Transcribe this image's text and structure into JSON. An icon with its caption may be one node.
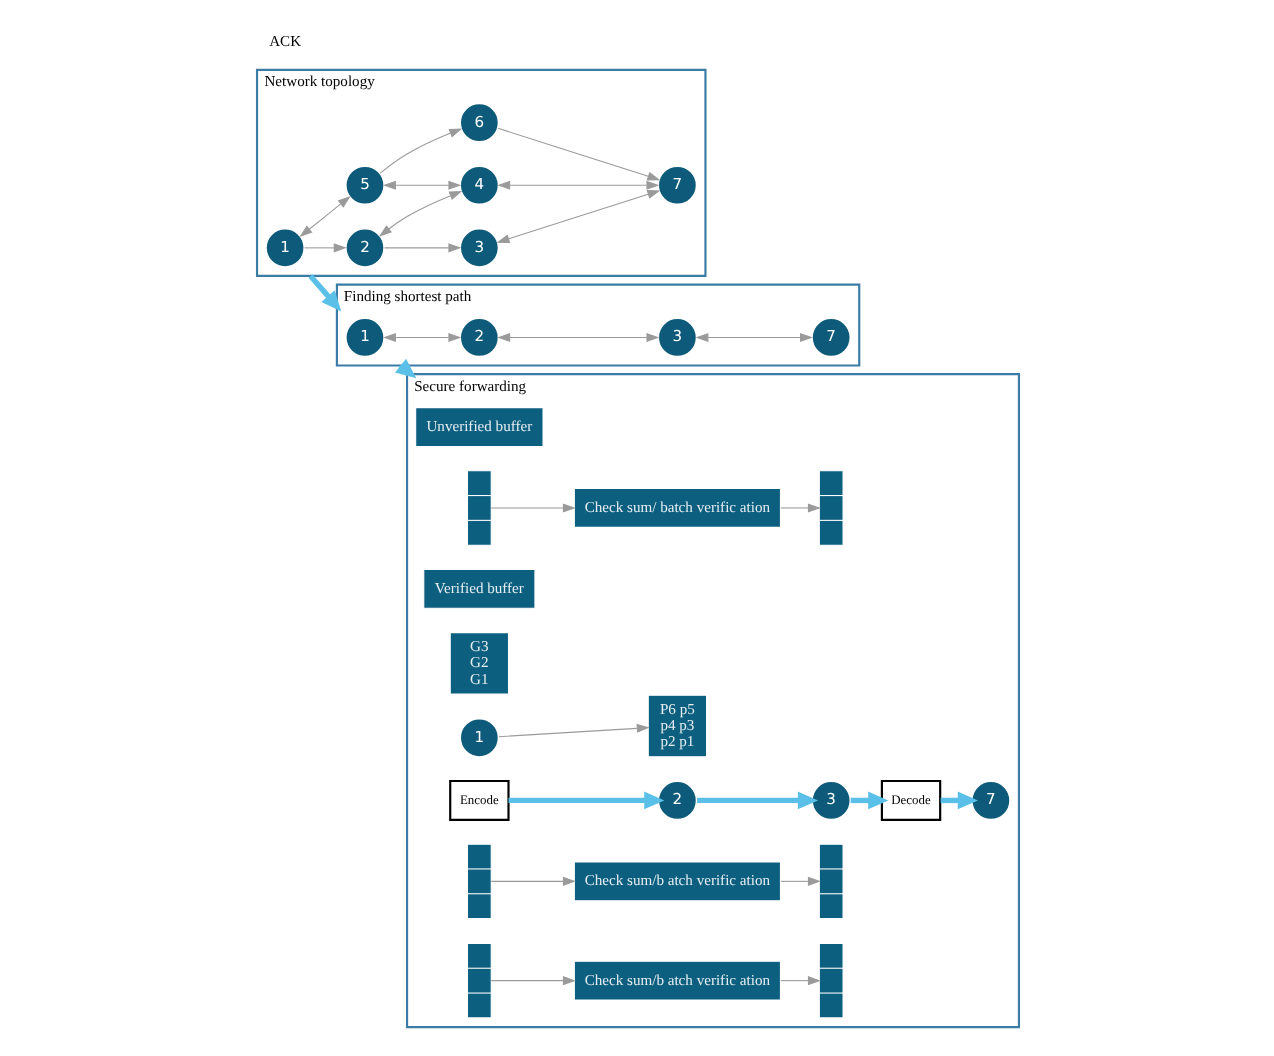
{
  "diagram": {
    "nodes": [
      {
        "text": [
          "Network topology"
        ]
      },
      {
        "text": [
          "1"
        ],
        "in": 0
      },
      {
        "text": [
          "2"
        ],
        "in": 0
      },
      {
        "text": [
          "3"
        ],
        "in": 0
      },
      {
        "text": [
          "4"
        ],
        "in": 0
      },
      {
        "text": [
          "5"
        ],
        "in": 0
      },
      {
        "text": [
          "6"
        ],
        "in": 0
      },
      {
        "text": [
          "7"
        ],
        "in": 0
      },
      {
        "text": [
          "Finding shortest path"
        ]
      },
      {
        "text": [
          "1"
        ],
        "in": 8
      },
      {
        "text": [
          "2"
        ],
        "in": 8
      },
      {
        "text": [
          "3"
        ],
        "in": 8
      },
      {
        "text": [
          "7"
        ],
        "in": 8
      },
      {
        "text": [
          "Secure forwarding"
        ]
      },
      {
        "text": [
          "Unverified buffer"
        ],
        "in": 13
      },
      {
        "text": [],
        "shape": "bar",
        "in": 13
      },
      {
        "text": [
          "Check sum/ batch verific ation"
        ],
        "in": 13
      },
      {
        "text": [],
        "shape": "bar",
        "in": 13
      },
      {
        "text": [
          "Verified buffer"
        ],
        "in": 13
      },
      {
        "text": [
          "G3",
          "G2",
          "G1"
        ],
        "in": 13
      },
      {
        "text": [
          "P6 p5",
          "p4 p3",
          "p2 p1"
        ],
        "in": 13
      },
      {
        "text": [
          "1"
        ],
        "in": 13
      },
      {
        "text": [
          "Encode"
        ],
        "in": 13
      },
      {
        "text": [
          "2"
        ],
        "in": 13
      },
      {
        "text": [],
        "shape": "bar",
        "in": 13
      },
      {
        "text": [
          "Check sum/b atch verific ation"
        ],
        "in": 13
      },
      {
        "text": [],
        "shape": "bar",
        "in": 13
      },
      {
        "text": [],
        "shape": "bar",
        "in": 13
      },
      {
        "text": [
          "Check sum/b atch verific ation"
        ],
        "in": 13
      },
      {
        "text": [],
        "shape": "bar",
        "in": 13
      },
      {
        "text": [
          "3"
        ],
        "in": 13
      },
      {
        "text": [
          "Decode"
        ],
        "in": 13
      },
      {
        "text": [
          "7"
        ],
        "in": 13
      }
    ],
    "edges": [
      {
        "from": 1,
        "to": 2,
        "arrow": "to"
      },
      {
        "from": 2,
        "to": 3,
        "arrow": "to"
      },
      {
        "from": 1,
        "to": 5,
        "arrow": "both"
      },
      {
        "from": 2,
        "to": 4,
        "arrow": "both"
      },
      {
        "from": 3,
        "to": 7,
        "arrow": "both"
      },
      {
        "from": 5,
        "to": 4,
        "arrow": "both"
      },
      {
        "from": 4,
        "to": 7,
        "arrow": "both"
      },
      {
        "from": 5,
        "to": 6,
        "arrow": "to"
      },
      {
        "from": 6,
        "to": 7,
        "arrow": "to"
      },
      {
        "from": 0,
        "to": 8,
        "arrow": "to",
        "style": "thick",
        "color": "#5bc0e8"
      },
      {
        "from": 9,
        "to": 10,
        "arrow": "both"
      },
      {
        "from": 10,
        "to": 11,
        "arrow": "both"
      },
      {
        "from": 11,
        "to": 12,
        "arrow": "both"
      },
      {
        "from": 8,
        "to": 13,
        "arrow": "to",
        "style": "thick",
        "color": "#5bc0e8"
      },
      {
        "from": 15,
        "to": 16,
        "arrow": "to"
      },
      {
        "from": 16,
        "to": 17,
        "arrow": "to"
      },
      {
        "from": 21,
        "to": 20,
        "arrow": "to"
      },
      {
        "from": 22,
        "to": 23,
        "arrow": "to",
        "style": "thick",
        "color": "#5bc0e8"
      },
      {
        "from": 23,
        "to": 30,
        "arrow": "to",
        "style": "thick",
        "color": "#5bc0e8"
      },
      {
        "from": 24,
        "to": 25,
        "arrow": "to"
      },
      {
        "from": 25,
        "to": 26,
        "arrow": "to"
      },
      {
        "from": 27,
        "to": 28,
        "arrow": "to"
      },
      {
        "from": 28,
        "to": 29,
        "arrow": "to"
      },
      {
        "from": 30,
        "to": 31,
        "arrow": "to",
        "style": "thick",
        "color": "#5bc0e8"
      },
      {
        "from": 31,
        "to": 32,
        "arrow": "to",
        "style": "thick",
        "color": "#5bc0e8"
      }
    ],
    "labels": [
      "ACK"
    ]
  }
}
